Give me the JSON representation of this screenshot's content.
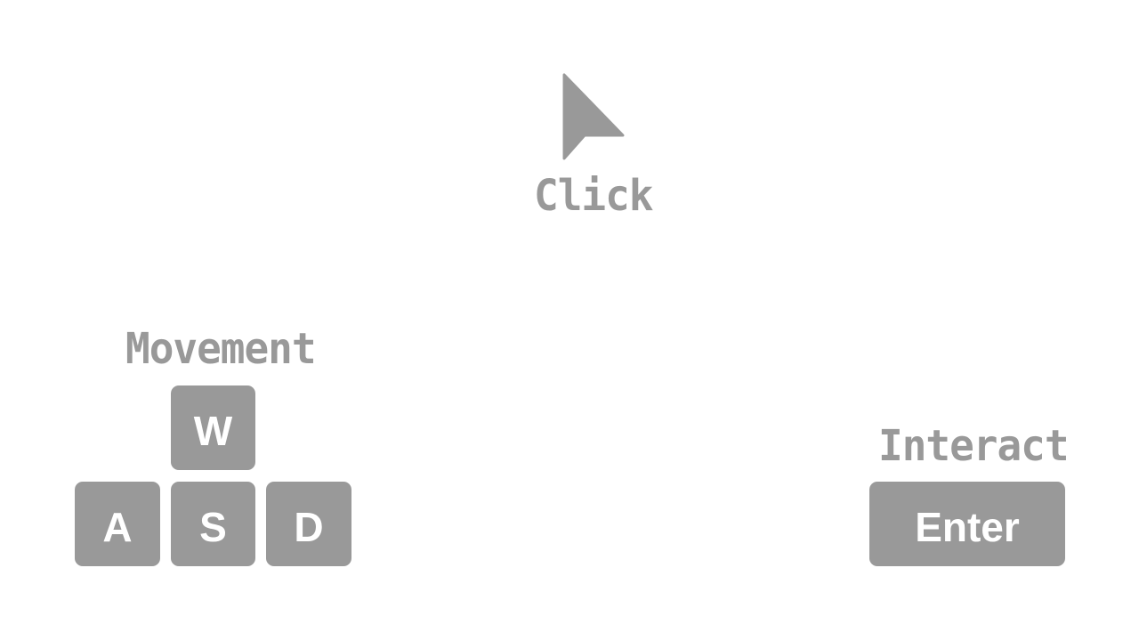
{
  "click_hint": {
    "icon": "cursor-arrow-icon",
    "label": "Click"
  },
  "movement_hint": {
    "label": "Movement",
    "keys": {
      "up": "W",
      "left": "A",
      "down": "S",
      "right": "D"
    }
  },
  "interact_hint": {
    "label": "Interact",
    "key": "Enter"
  },
  "colors": {
    "background": "#ffffff",
    "hint_gray": "#999999",
    "key_text": "#ffffff"
  }
}
